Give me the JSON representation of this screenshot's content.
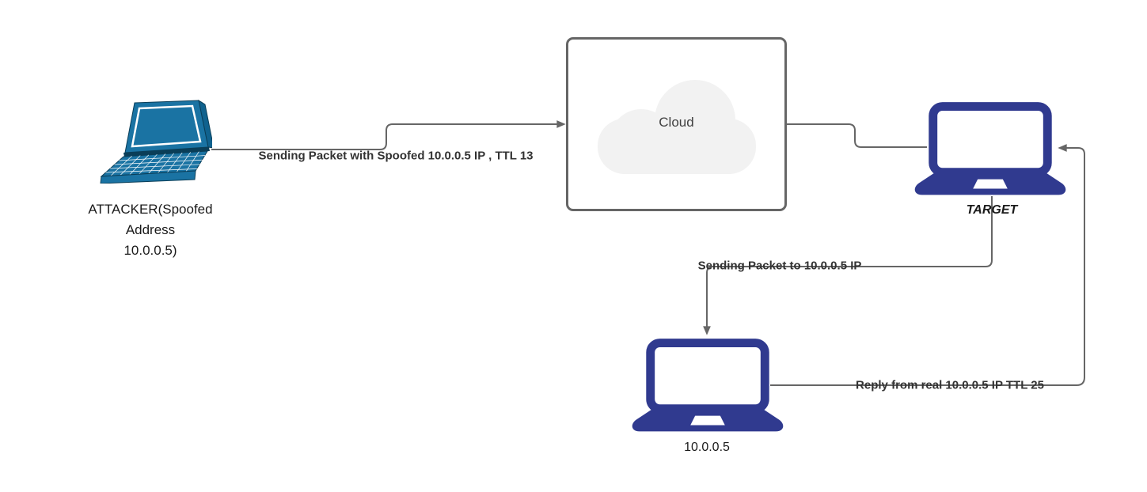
{
  "canvas": {
    "background": "#FFFFFF"
  },
  "nodes": {
    "attacker": {
      "label": "ATTACKER(Spoofed Address 10.0.0.5)",
      "label_lines": [
        "ATTACKER(Spoofed",
        "Address",
        "10.0.0.5)"
      ],
      "icon": "laptop-perspective-icon",
      "color": "#1A73A3"
    },
    "cloud": {
      "label": "Cloud",
      "icon": "cloud-icon",
      "fill": "#F2F2F2",
      "border_color": "#666666"
    },
    "target": {
      "label": "TARGET",
      "icon": "laptop-icon",
      "color": "#303A8F"
    },
    "real_host": {
      "label": "10.0.0.5",
      "icon": "laptop-icon",
      "color": "#303A8F"
    }
  },
  "edges": [
    {
      "from": "attacker",
      "to": "cloud",
      "label": "Sending Packet with Spoofed 10.0.0.5 IP , TTL 13",
      "arrow": "end"
    },
    {
      "from": "cloud",
      "to": "target",
      "label": "",
      "arrow": "none"
    },
    {
      "from": "target",
      "to": "real_host",
      "label": "Sending Packet to 10.0.0.5 IP",
      "arrow": "end"
    },
    {
      "from": "real_host",
      "to": "target",
      "label": "Reply from real 10.0.0.5 IP TTL 25",
      "arrow": "end"
    }
  ],
  "style": {
    "connector_color": "#666666",
    "edge_label_color": "#333333",
    "node_label_color": "#1A1A1A"
  }
}
